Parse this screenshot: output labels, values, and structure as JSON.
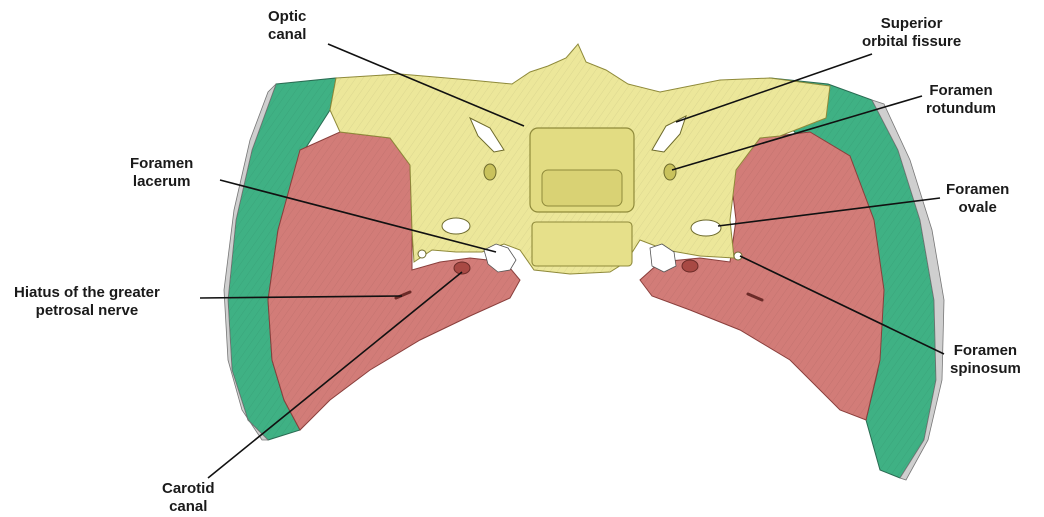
{
  "figure": {
    "regions": [
      {
        "name": "sphenoid-bone",
        "color": "#ece79a"
      },
      {
        "name": "temporal-bone",
        "color": "#d27c78"
      },
      {
        "name": "parietal-frontal-bones",
        "color": "#3fb184"
      }
    ],
    "labels": {
      "optic_canal": {
        "line1": "Optic",
        "line2": "canal"
      },
      "superior_orbital_fissure": {
        "line1": "Superior",
        "line2": "orbital fissure"
      },
      "foramen_rotundum": {
        "line1": "Foramen",
        "line2": "rotundum"
      },
      "foramen_lacerum": {
        "line1": "Foramen",
        "line2": "lacerum"
      },
      "foramen_ovale": {
        "line1": "Foramen",
        "line2": "ovale"
      },
      "hiatus_greater_petrosal": {
        "line1": "Hiatus of the greater",
        "line2": "petrosal nerve"
      },
      "foramen_spinosum": {
        "line1": "Foramen",
        "line2": "spinosum"
      },
      "carotid_canal": {
        "line1": "Carotid",
        "line2": "canal"
      }
    }
  }
}
